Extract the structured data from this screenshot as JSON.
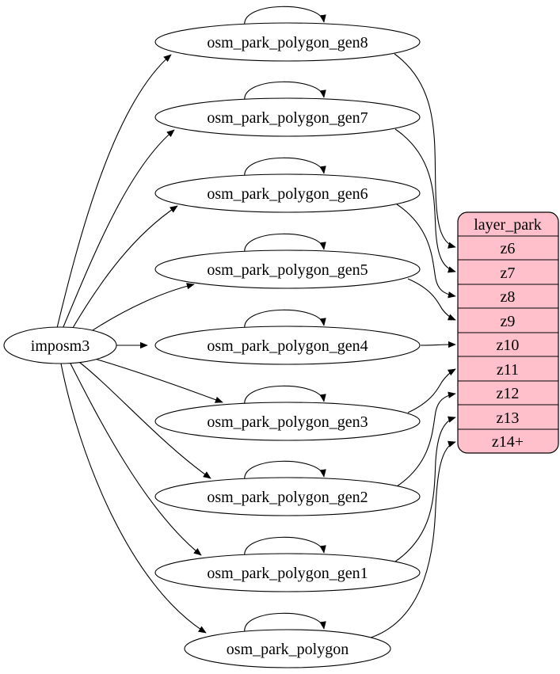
{
  "source_node": {
    "label": "imposm3"
  },
  "table_nodes": [
    {
      "id": "osm_park_polygon_gen8",
      "label": "osm_park_polygon_gen8"
    },
    {
      "id": "osm_park_polygon_gen7",
      "label": "osm_park_polygon_gen7"
    },
    {
      "id": "osm_park_polygon_gen6",
      "label": "osm_park_polygon_gen6"
    },
    {
      "id": "osm_park_polygon_gen5",
      "label": "osm_park_polygon_gen5"
    },
    {
      "id": "osm_park_polygon_gen4",
      "label": "osm_park_polygon_gen4"
    },
    {
      "id": "osm_park_polygon_gen3",
      "label": "osm_park_polygon_gen3"
    },
    {
      "id": "osm_park_polygon_gen2",
      "label": "osm_park_polygon_gen2"
    },
    {
      "id": "osm_park_polygon_gen1",
      "label": "osm_park_polygon_gen1"
    },
    {
      "id": "osm_park_polygon",
      "label": "osm_park_polygon"
    }
  ],
  "layer_node": {
    "title": "layer_park",
    "rows": [
      "z6",
      "z7",
      "z8",
      "z9",
      "z10",
      "z11",
      "z12",
      "z13",
      "z14+"
    ]
  },
  "edges": {
    "from_source_to": [
      "osm_park_polygon_gen8",
      "osm_park_polygon_gen7",
      "osm_park_polygon_gen6",
      "osm_park_polygon_gen5",
      "osm_park_polygon_gen4",
      "osm_park_polygon_gen3",
      "osm_park_polygon_gen2",
      "osm_park_polygon_gen1",
      "osm_park_polygon"
    ],
    "self_loops_on": [
      "osm_park_polygon_gen8",
      "osm_park_polygon_gen7",
      "osm_park_polygon_gen6",
      "osm_park_polygon_gen5",
      "osm_park_polygon_gen4",
      "osm_park_polygon_gen3",
      "osm_park_polygon_gen2",
      "osm_park_polygon_gen1",
      "osm_park_polygon"
    ],
    "table_to_layer_row": [
      {
        "from": "osm_park_polygon_gen8",
        "to": "z6"
      },
      {
        "from": "osm_park_polygon_gen7",
        "to": "z7"
      },
      {
        "from": "osm_park_polygon_gen6",
        "to": "z8"
      },
      {
        "from": "osm_park_polygon_gen5",
        "to": "z9"
      },
      {
        "from": "osm_park_polygon_gen4",
        "to": "z10"
      },
      {
        "from": "osm_park_polygon_gen3",
        "to": "z11"
      },
      {
        "from": "osm_park_polygon_gen2",
        "to": "z12"
      },
      {
        "from": "osm_park_polygon_gen1",
        "to": "z13"
      },
      {
        "from": "osm_park_polygon",
        "to": "z14+"
      }
    ]
  },
  "colors": {
    "layer_fill": "#ffc0cb",
    "node_fill": "#ffffff",
    "edge_stroke": "#000000",
    "text": "#000000",
    "background": "#ffffff"
  }
}
